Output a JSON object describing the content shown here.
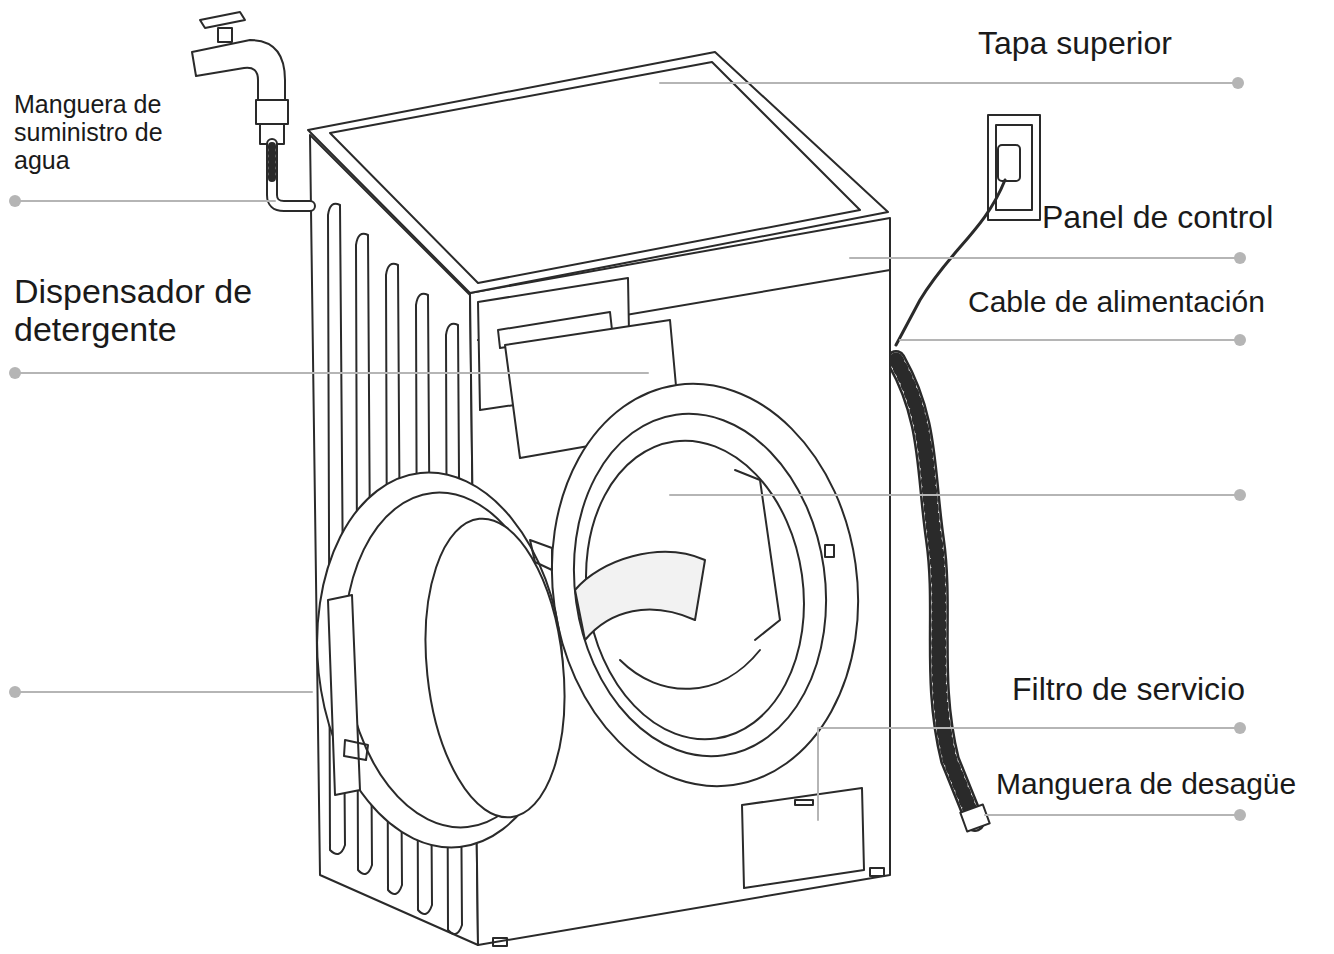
{
  "diagram": {
    "labels": [
      "Tapa superior",
      "Manguera de suministro de agua",
      "Panel de control",
      "Dispensador de detergente",
      "Cable de alimentación",
      "Filtro de servicio",
      "Manguera de desagüe"
    ]
  }
}
